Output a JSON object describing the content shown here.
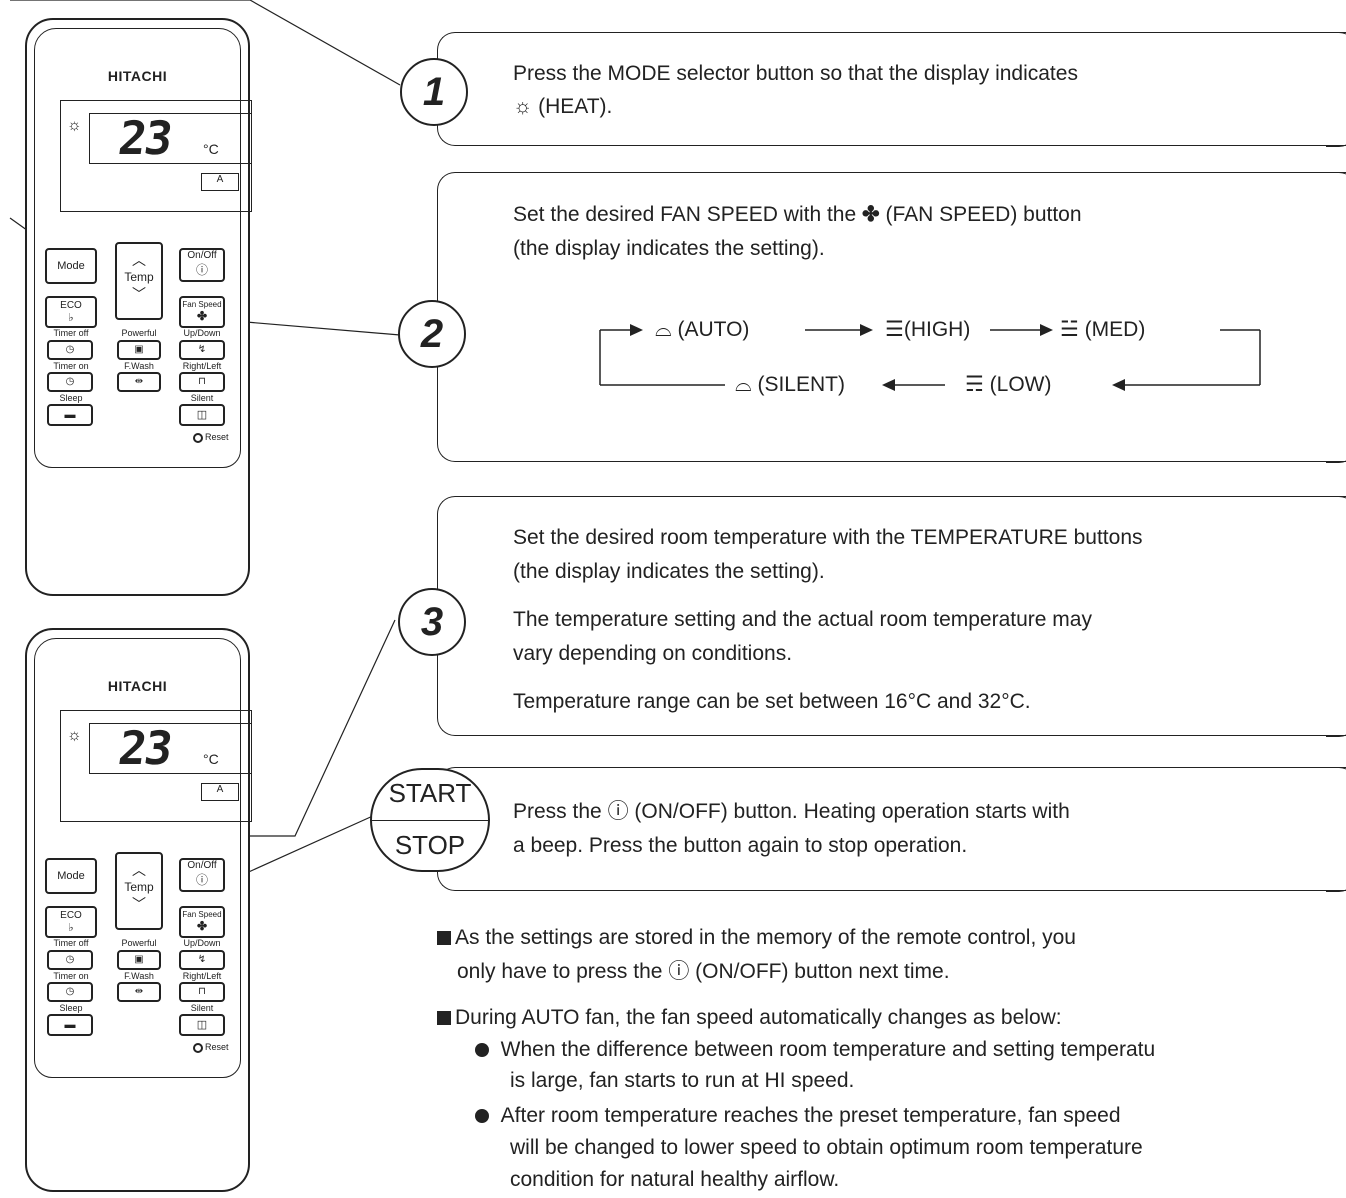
{
  "remote": {
    "brand": "HITACHI",
    "display_temp": "23",
    "display_unit": "°C",
    "buttons": {
      "mode": "Mode",
      "temp": "Temp",
      "onoff": "On/Off",
      "eco": "ECO",
      "fan_speed": "Fan Speed",
      "timer_off": "Timer off",
      "powerful": "Powerful",
      "up_down": "Up/Down",
      "timer_on": "Timer on",
      "fwash": "F.Wash",
      "right_left": "Right/Left",
      "sleep": "Sleep",
      "silent": "Silent",
      "reset": "Reset"
    }
  },
  "step1": {
    "number": "1",
    "line1": "Press the MODE selector button so that the display indicates",
    "line2": "(HEAT)."
  },
  "step2": {
    "number": "2",
    "line1_a": "Set the desired FAN SPEED with the",
    "line1_b": "(FAN SPEED) button",
    "line2": "(the display indicates the setting).",
    "cycle": {
      "auto": "(AUTO)",
      "high": "(HIGH)",
      "med": "(MED)",
      "low": "(LOW)",
      "silent": "(SILENT)"
    }
  },
  "step3": {
    "number": "3",
    "line1": "Set the desired room temperature with the TEMPERATURE buttons",
    "line2": "(the display indicates the setting).",
    "line3": "The temperature setting and the actual room temperature may",
    "line4": "vary depending on conditions.",
    "line5": "Temperature range can be set between 16°C and 32°C."
  },
  "step4": {
    "start": "START",
    "stop": "STOP",
    "line1_a": "Press the",
    "line1_b": "(ON/OFF) button. Heating operation starts with",
    "line2": "a beep. Press the button again to stop operation."
  },
  "notes": {
    "n1_line1": "As the settings are stored in the memory of the remote control, you",
    "n1_line2_a": "only have to press the",
    "n1_line2_b": "(ON/OFF) button next time.",
    "n2_line1": "During AUTO fan, the fan speed automatically changes as below:",
    "b1_line1": "When the difference between room temperature and setting temperatu",
    "b1_line2": "is large, fan starts to run at HI speed.",
    "b2_line1": "After room temperature reaches the preset temperature, fan speed",
    "b2_line2": "will be changed to lower speed to obtain optimum room temperature",
    "b2_line3": "condition for natural healthy airflow."
  }
}
